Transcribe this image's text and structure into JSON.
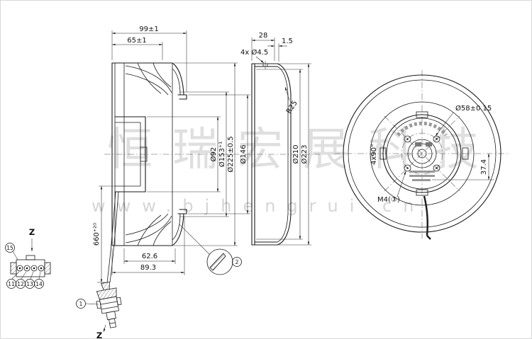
{
  "watermark": {
    "cjk": "恒瑞宏展科技",
    "url": "www.bjhengrui.cn"
  },
  "side_view": {
    "dim_total_width": "99±1",
    "dim_impeller_width": "65±1",
    "dim_motor_diameter": "Ø92",
    "dim_inner_diameter": "Ø153⁺¹",
    "dim_outer_diameter": "Ø225±0.5",
    "dim_inlet_diameter": "Ø146",
    "dim_blade_depth": "62.6",
    "dim_total_depth": "89.3",
    "dim_cable_length": "660⁺²⁰",
    "view_mark_top": "Z",
    "view_mark_bottom": "Z"
  },
  "section_view": {
    "dim_flange_width": "28",
    "dim_lip": "1.5",
    "dim_holes": "4x Ø4.5",
    "dim_radius": "R25",
    "dim_bolt_circle": "Ø210",
    "dim_outer": "Ø223"
  },
  "front_view": {
    "dim_hub_circle": "Ø58±0.15",
    "dim_screw_angle": "4x90°",
    "dim_cable_offset": "37.4",
    "thread_spec": "M4(③)"
  },
  "callouts": {
    "plug": "1",
    "detail": "2",
    "pin11": "11",
    "pin12": "12",
    "pin13": "13",
    "pin14": "14",
    "pin15": "15"
  }
}
